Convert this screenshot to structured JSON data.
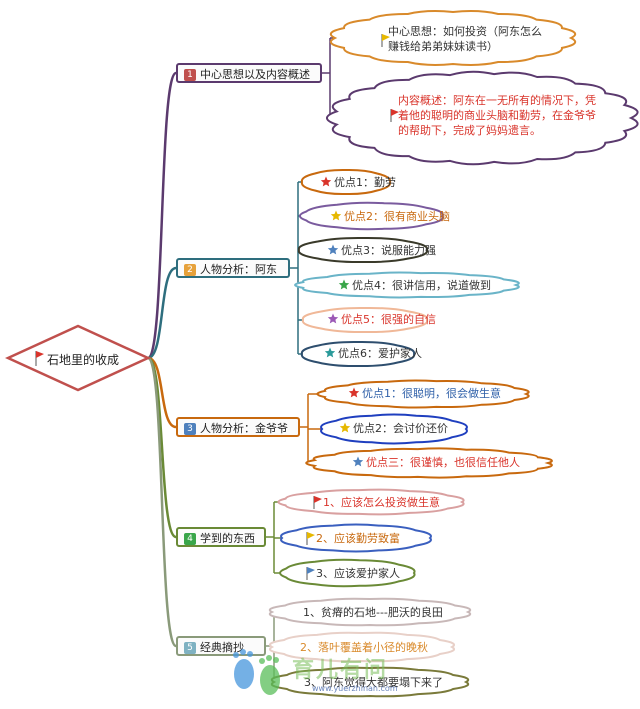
{
  "root": {
    "label": "石地里的收成",
    "color": "#c0504d"
  },
  "branches": [
    {
      "num": "1",
      "label": "中心思想以及内容概述",
      "color": "#5b3a6e",
      "badge": "#c0504d"
    },
    {
      "num": "2",
      "label": "人物分析：阿东",
      "color": "#2e6e7e",
      "badge": "#e6a13a"
    },
    {
      "num": "3",
      "label": "人物分析：金爷爷",
      "color": "#c8690e",
      "badge": "#4f81bd"
    },
    {
      "num": "4",
      "label": "学到的东西",
      "color": "#6a8a36",
      "badge": "#3aa64a"
    },
    {
      "num": "5",
      "label": "经典摘抄",
      "color": "#8a9a7a",
      "badge": "#7fb2c2"
    }
  ],
  "leaves": {
    "b1": [
      {
        "icon": "flag-icon",
        "icon_color": "#e6b800",
        "lines": [
          "中心思想：如何投资（阿东怎么",
          "赚钱给弟弟妹妹读书）"
        ],
        "border": "#d98a2b",
        "text_color": "#333333"
      },
      {
        "icon": "flag-icon",
        "icon_color": "#d9342b",
        "lines": [
          "内容概述：阿东在一无所有的情况下，凭",
          "着他的聪明的商业头脑和勤劳，在金爷爷",
          "的帮助下，完成了妈妈遗言。"
        ],
        "border": "#5b3a6e",
        "text_color": "#d9342b"
      }
    ],
    "b2": [
      {
        "icon": "star-icon",
        "icon_color": "#d9342b",
        "lines": [
          "优点1：勤劳"
        ],
        "border": "#c8690e",
        "text_color": "#333333"
      },
      {
        "icon": "star-icon",
        "icon_color": "#e6b800",
        "lines": [
          "优点2：很有商业头脑"
        ],
        "border": "#7a5b9e",
        "text_color": "#c8690e"
      },
      {
        "icon": "star-icon",
        "icon_color": "#4f81bd",
        "lines": [
          "优点3：说服能力强"
        ],
        "border": "#3a3a2a",
        "text_color": "#333333"
      },
      {
        "icon": "star-icon",
        "icon_color": "#3aa64a",
        "lines": [
          "优点4：很讲信用，说道做到"
        ],
        "border": "#6ab4c8",
        "text_color": "#333333"
      },
      {
        "icon": "star-icon",
        "icon_color": "#9b59b6",
        "lines": [
          "优点5：很强的自信"
        ],
        "border": "#f0b898",
        "text_color": "#d9342b"
      },
      {
        "icon": "star-icon",
        "icon_color": "#2a9a9a",
        "lines": [
          "优点6：爱护家人"
        ],
        "border": "#2e4e6e",
        "text_color": "#333333"
      }
    ],
    "b3": [
      {
        "icon": "star-icon",
        "icon_color": "#d9342b",
        "lines": [
          "优点1：很聪明，很会做生意"
        ],
        "border": "#c8690e",
        "text_color": "#2e5fa8"
      },
      {
        "icon": "star-icon",
        "icon_color": "#e6b800",
        "lines": [
          "优点2：会讨价还价"
        ],
        "border": "#1f3fbf",
        "text_color": "#333333"
      },
      {
        "icon": "star-icon",
        "icon_color": "#4f81bd",
        "lines": [
          "优点三：很谨慎，也很信任他人"
        ],
        "border": "#c8690e",
        "text_color": "#d9342b"
      }
    ],
    "b4": [
      {
        "icon": "flag-icon",
        "icon_color": "#d9342b",
        "lines": [
          "1、应该怎么投资做生意"
        ],
        "border": "#d9a0a0",
        "text_color": "#d9342b"
      },
      {
        "icon": "flag-icon",
        "icon_color": "#e6b800",
        "lines": [
          "2、应该勤劳致富"
        ],
        "border": "#3a5fbf",
        "text_color": "#c8690e"
      },
      {
        "icon": "flag-icon",
        "icon_color": "#4f81bd",
        "lines": [
          "3、应该爱护家人"
        ],
        "border": "#6a8a36",
        "text_color": "#333333"
      }
    ],
    "b5": [
      {
        "icon": "",
        "icon_color": "",
        "lines": [
          "1、贫瘠的石地---肥沃的良田"
        ],
        "border": "#c8b8b8",
        "text_color": "#333333"
      },
      {
        "icon": "",
        "icon_color": "",
        "lines": [
          "2、落叶覆盖着小径的晚秋"
        ],
        "border": "#e8d0c8",
        "text_color": "#d98a2b"
      },
      {
        "icon": "",
        "icon_color": "",
        "lines": [
          "3、阿东觉得大都要塌下来了"
        ],
        "border": "#7a7a3a",
        "text_color": "#333333"
      }
    ]
  },
  "watermark": {
    "text": "育儿有问",
    "url": "www.yuerzhinan.com"
  }
}
